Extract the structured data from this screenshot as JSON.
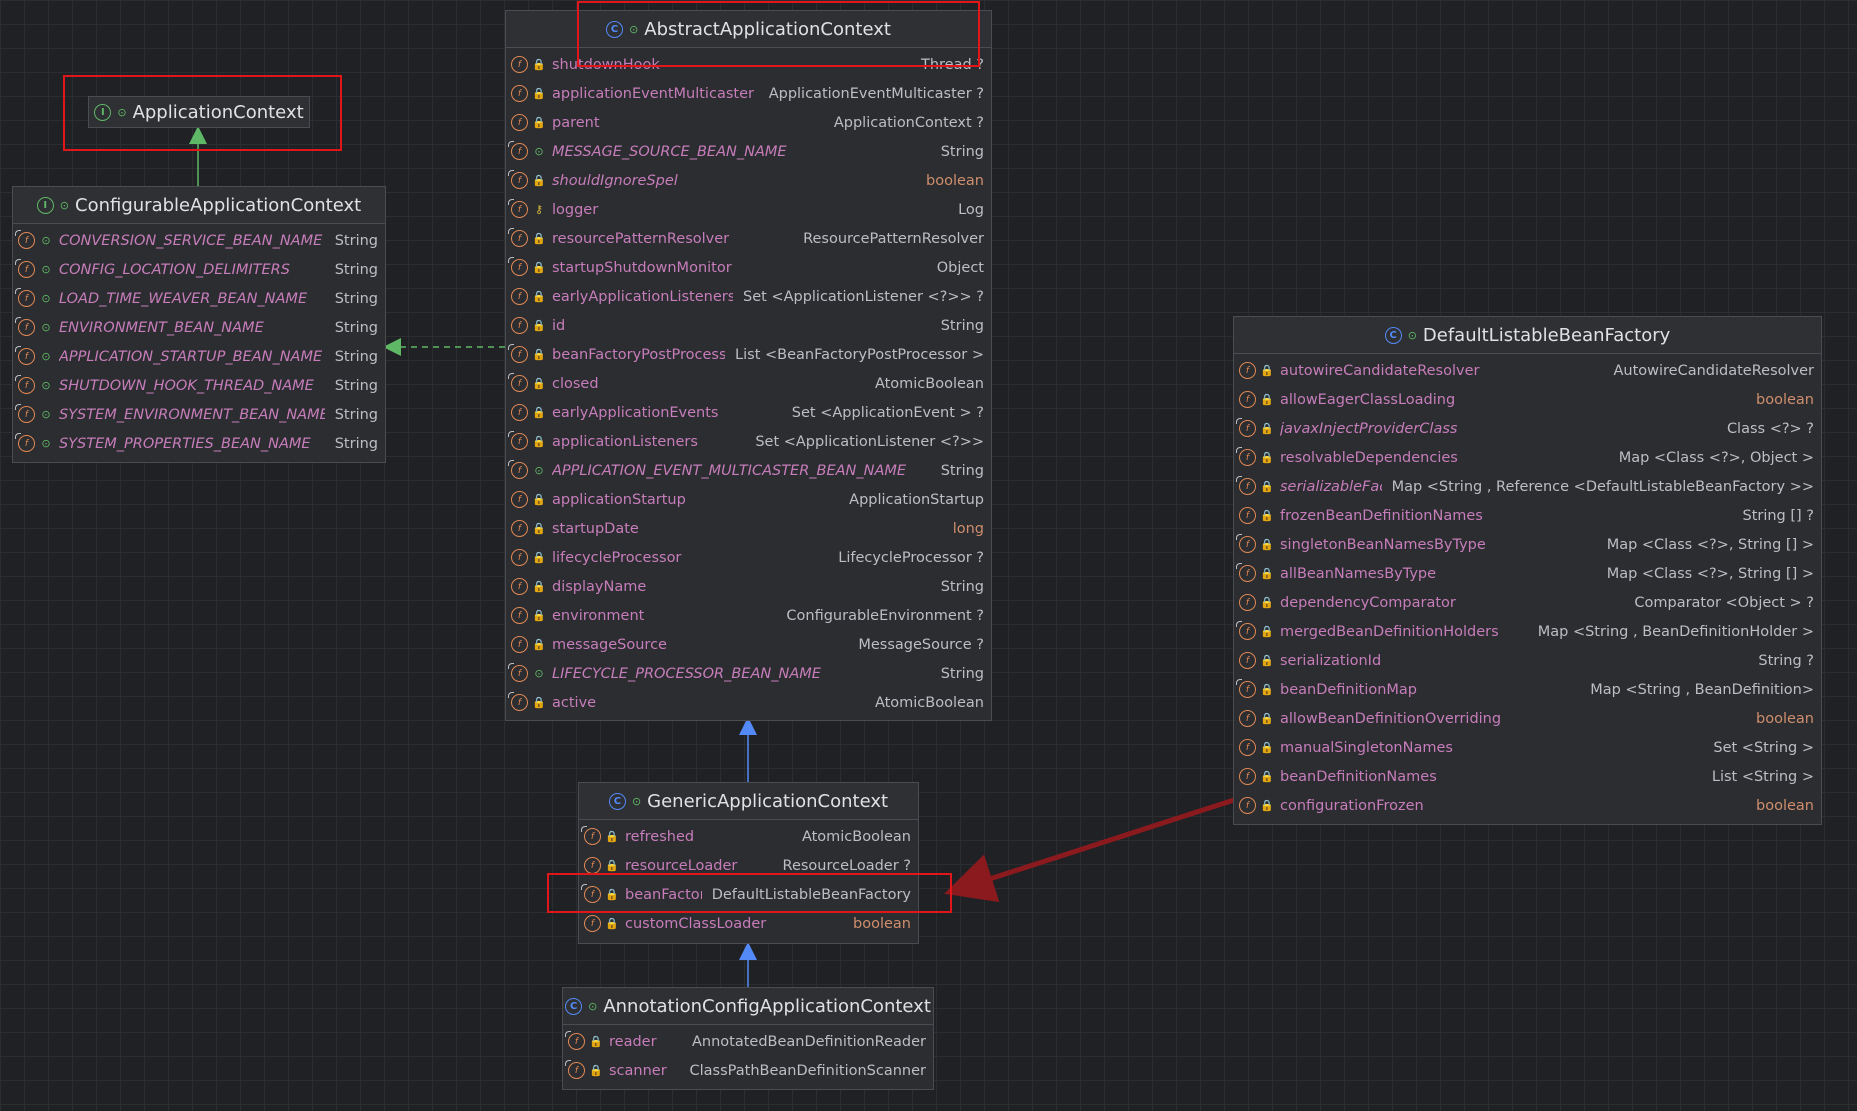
{
  "nodes": {
    "application_context": {
      "kind": "interface",
      "name": "ApplicationContext",
      "fields": []
    },
    "configurable_application_context": {
      "kind": "interface",
      "name": "ConfigurableApplicationContext",
      "fields": [
        {
          "name": "CONVERSION_SERVICE_BEAN_NAME",
          "type": "String",
          "visibility": "public",
          "static": true,
          "italic": true
        },
        {
          "name": "CONFIG_LOCATION_DELIMITERS",
          "type": "String",
          "visibility": "public",
          "static": true,
          "italic": true
        },
        {
          "name": "LOAD_TIME_WEAVER_BEAN_NAME",
          "type": "String",
          "visibility": "public",
          "static": true,
          "italic": true
        },
        {
          "name": "ENVIRONMENT_BEAN_NAME",
          "type": "String",
          "visibility": "public",
          "static": true,
          "italic": true
        },
        {
          "name": "APPLICATION_STARTUP_BEAN_NAME",
          "type": "String",
          "visibility": "public",
          "static": true,
          "italic": true
        },
        {
          "name": "SHUTDOWN_HOOK_THREAD_NAME",
          "type": "String",
          "visibility": "public",
          "static": true,
          "italic": true
        },
        {
          "name": "SYSTEM_ENVIRONMENT_BEAN_NAME",
          "type": "String",
          "visibility": "public",
          "static": true,
          "italic": true
        },
        {
          "name": "SYSTEM_PROPERTIES_BEAN_NAME",
          "type": "String",
          "visibility": "public",
          "static": true,
          "italic": true
        }
      ]
    },
    "abstract_application_context": {
      "kind": "class",
      "name": "AbstractApplicationContext",
      "fields": [
        {
          "name": "shutdownHook",
          "type": "Thread ?",
          "visibility": "private"
        },
        {
          "name": "applicationEventMulticaster",
          "type": "ApplicationEventMulticaster ?",
          "visibility": "private"
        },
        {
          "name": "parent",
          "type": "ApplicationContext ?",
          "visibility": "private"
        },
        {
          "name": "MESSAGE_SOURCE_BEAN_NAME",
          "type": "String",
          "visibility": "public",
          "static": true,
          "italic": true
        },
        {
          "name": "shouldIgnoreSpel",
          "type": "boolean",
          "visibility": "private",
          "static": true,
          "italic": true,
          "keyword": true
        },
        {
          "name": "logger",
          "type": "Log",
          "visibility": "package",
          "static": true
        },
        {
          "name": "resourcePatternResolver",
          "type": "ResourcePatternResolver",
          "visibility": "private",
          "static": true
        },
        {
          "name": "startupShutdownMonitor",
          "type": "Object",
          "visibility": "private",
          "static": true
        },
        {
          "name": "earlyApplicationListeners",
          "type": "Set <ApplicationListener <?>> ?",
          "visibility": "private"
        },
        {
          "name": "id",
          "type": "String",
          "visibility": "private"
        },
        {
          "name": "beanFactoryPostProcessors",
          "type": "List <BeanFactoryPostProcessor >",
          "visibility": "private",
          "static": true
        },
        {
          "name": "closed",
          "type": "AtomicBoolean",
          "visibility": "private",
          "static": true
        },
        {
          "name": "earlyApplicationEvents",
          "type": "Set <ApplicationEvent > ?",
          "visibility": "private"
        },
        {
          "name": "applicationListeners",
          "type": "Set <ApplicationListener <?>>",
          "visibility": "private",
          "static": true
        },
        {
          "name": "APPLICATION_EVENT_MULTICASTER_BEAN_NAME",
          "type": "String",
          "visibility": "public",
          "static": true,
          "italic": true
        },
        {
          "name": "applicationStartup",
          "type": "ApplicationStartup",
          "visibility": "private"
        },
        {
          "name": "startupDate",
          "type": "long",
          "visibility": "private",
          "keyword": true
        },
        {
          "name": "lifecycleProcessor",
          "type": "LifecycleProcessor ?",
          "visibility": "private"
        },
        {
          "name": "displayName",
          "type": "String",
          "visibility": "private"
        },
        {
          "name": "environment",
          "type": "ConfigurableEnvironment ?",
          "visibility": "private"
        },
        {
          "name": "messageSource",
          "type": "MessageSource ?",
          "visibility": "private"
        },
        {
          "name": "LIFECYCLE_PROCESSOR_BEAN_NAME",
          "type": "String",
          "visibility": "public",
          "static": true,
          "italic": true
        },
        {
          "name": "active",
          "type": "AtomicBoolean",
          "visibility": "private",
          "static": true
        }
      ]
    },
    "default_listable_bean_factory": {
      "kind": "class",
      "name": "DefaultListableBeanFactory",
      "fields": [
        {
          "name": "autowireCandidateResolver",
          "type": "AutowireCandidateResolver",
          "visibility": "private"
        },
        {
          "name": "allowEagerClassLoading",
          "type": "boolean",
          "visibility": "private",
          "keyword": true
        },
        {
          "name": "javaxInjectProviderClass",
          "type": "Class <?> ?",
          "visibility": "private",
          "static": true,
          "italic": true
        },
        {
          "name": "resolvableDependencies",
          "type": "Map <Class <?>, Object >",
          "visibility": "private",
          "static": true
        },
        {
          "name": "serializableFactories",
          "type": "Map <String , Reference <DefaultListableBeanFactory >>",
          "visibility": "private",
          "static": true,
          "italic": true
        },
        {
          "name": "frozenBeanDefinitionNames",
          "type": "String [] ?",
          "visibility": "private"
        },
        {
          "name": "singletonBeanNamesByType",
          "type": "Map <Class <?>, String [] >",
          "visibility": "private",
          "static": true
        },
        {
          "name": "allBeanNamesByType",
          "type": "Map <Class <?>, String [] >",
          "visibility": "private",
          "static": true
        },
        {
          "name": "dependencyComparator",
          "type": "Comparator <Object > ?",
          "visibility": "private"
        },
        {
          "name": "mergedBeanDefinitionHolders",
          "type": "Map <String , BeanDefinitionHolder >",
          "visibility": "private",
          "static": true
        },
        {
          "name": "serializationId",
          "type": "String ?",
          "visibility": "private"
        },
        {
          "name": "beanDefinitionMap",
          "type": "Map <String , BeanDefinition>",
          "visibility": "private",
          "static": true
        },
        {
          "name": "allowBeanDefinitionOverriding",
          "type": "boolean",
          "visibility": "private",
          "keyword": true
        },
        {
          "name": "manualSingletonNames",
          "type": "Set <String >",
          "visibility": "private"
        },
        {
          "name": "beanDefinitionNames",
          "type": "List <String >",
          "visibility": "private"
        },
        {
          "name": "configurationFrozen",
          "type": "boolean",
          "visibility": "private",
          "keyword": true
        }
      ]
    },
    "generic_application_context": {
      "kind": "class",
      "name": "GenericApplicationContext",
      "fields": [
        {
          "name": "refreshed",
          "type": "AtomicBoolean",
          "visibility": "private",
          "static": true
        },
        {
          "name": "resourceLoader",
          "type": "ResourceLoader ?",
          "visibility": "private"
        },
        {
          "name": "beanFactory",
          "type": "DefaultListableBeanFactory",
          "visibility": "private",
          "static": true
        },
        {
          "name": "customClassLoader",
          "type": "boolean",
          "visibility": "private",
          "keyword": true
        }
      ]
    },
    "annotation_config_application_context": {
      "kind": "class",
      "name": "AnnotationConfigApplicationContext",
      "fields": [
        {
          "name": "reader",
          "type": "AnnotatedBeanDefinitionReader",
          "visibility": "private",
          "static": true
        },
        {
          "name": "scanner",
          "type": "ClassPathBeanDefinitionScanner",
          "visibility": "private",
          "static": true
        }
      ]
    }
  },
  "colors": {
    "interface_inheritance": "#5fb865",
    "class_inheritance": "#548af7",
    "annotation": "#e0161b",
    "annotation_arrow": "#8b1a1f",
    "field_name": "#c77dbb",
    "field_type": "#bcbec4",
    "keyword_type": "#cf8e6d"
  }
}
